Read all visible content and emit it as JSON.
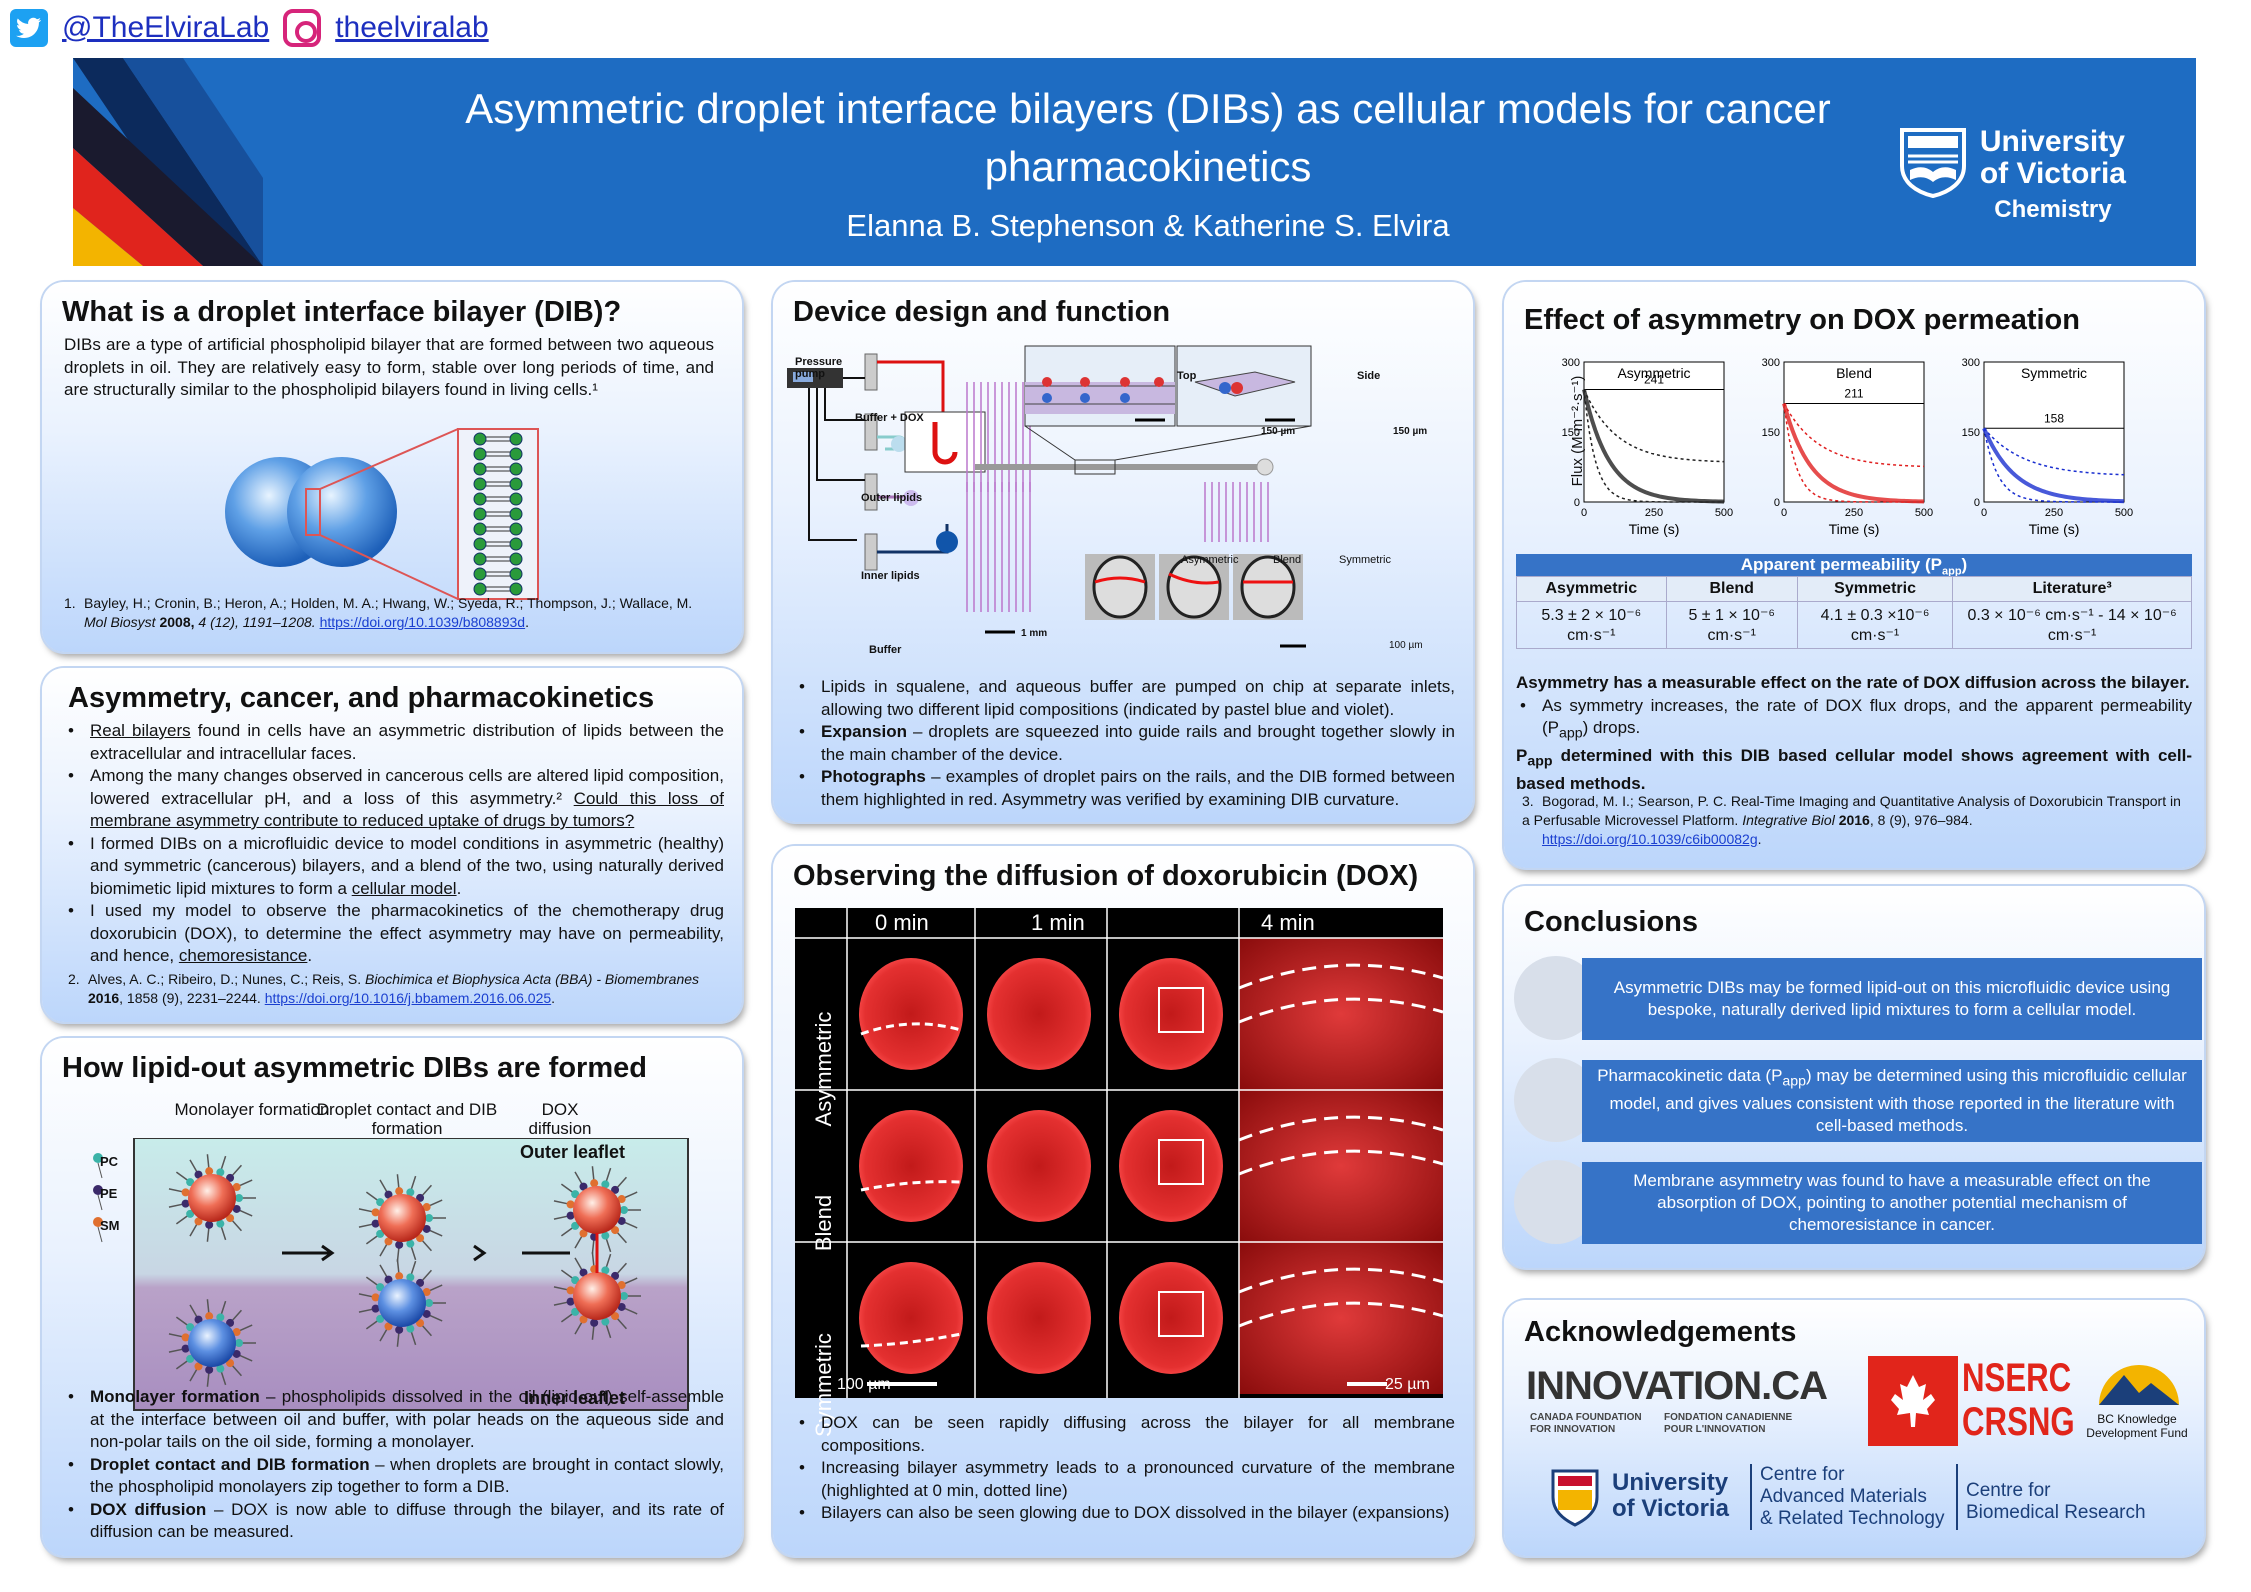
{
  "social": {
    "twitter": "@TheElviraLab",
    "instagram": "theelviralab"
  },
  "header": {
    "title": "Asymmetric droplet interface bilayers (DIBs) as cellular models for cancer pharmacokinetics",
    "authors": "Elanna B. Stephenson & Katherine S. Elvira",
    "uni_line1": "University",
    "uni_line2": "of Victoria",
    "dept": "Chemistry"
  },
  "p1": {
    "title": "What is a droplet interface bilayer (DIB)?",
    "body": "DIBs are a type of artificial phospholipid bilayer that are formed between two aqueous droplets in oil. They are relatively easy to form, stable over long periods of time, and are structurally similar to the phospholipid bilayers found in living cells.¹",
    "ref_n": "1.",
    "ref_authors": "Bayley, H.; Cronin, B.; Heron, A.; Holden, M. A.; Hwang, W.; Syeda, R.; Thompson, J.; Wallace, M.",
    "ref_journal": "Mol Biosyst",
    "ref_year": "2008,",
    "ref_vol": "4 (12), 1191–1208.",
    "ref_doi": "https://doi.org/10.1039/b808893d",
    "ref_end": "."
  },
  "p2": {
    "title": "Asymmetry, cancer, and pharmacokinetics",
    "b1a": "Real bilayers",
    "b1b": " found in cells have an asymmetric distribution of lipids between the extracellular and intracellular faces.",
    "b2a": "Among the many changes observed in cancerous cells are altered lipid composition, lowered extracellular pH, and a loss of this asymmetry.² ",
    "b2b": "Could this loss of membrane asymmetry contribute to reduced uptake of drugs by tumors?",
    "b3a": "I formed DIBs on a microfluidic device to model conditions in asymmetric (healthy) and symmetric (cancerous) bilayers, and a blend of the two, using naturally derived biomimetic lipid mixtures to form a ",
    "b3b": "cellular model",
    "b3c": ".",
    "b4a": "I used my model to observe the pharmacokinetics of the chemotherapy drug doxorubicin (DOX), to determine the effect asymmetry may have on permeability, and hence, ",
    "b4b": "chemoresistance",
    "b4c": ".",
    "ref_n": "2.",
    "ref_a": "Alves, A. C.; Ribeiro, D.; Nunes, C.; Reis, S. ",
    "ref_j": "Biochimica et Biophysica Acta (BBA) - Biomembranes",
    "ref_y": "2016",
    "ref_v": ", 1858 (9), 2231–2244. ",
    "ref_doi": "https://doi.org/10.1016/j.bbamem.2016.06.025",
    "ref_end": "."
  },
  "p3": {
    "title": "How lipid-out asymmetric DIBs are formed",
    "lab1": "Monolayer formation",
    "lab2": "Droplet contact and DIB formation",
    "lab3": "DOX diffusion",
    "outer": "Outer leaflet",
    "inner": "Inner leaflet",
    "pc": "PC",
    "pe": "PE",
    "sm": "SM",
    "b1h": "Monolayer formation",
    "b1": " – phospholipids dissolved in the oil (lipid-out) self-assemble at the interface between oil and buffer, with polar heads on the aqueous side and non-polar tails on the oil side, forming a monolayer.",
    "b2h": "Droplet contact and DIB formation",
    "b2": " – when droplets are brought in contact slowly, the phospholipid monolayers zip together to form a DIB.",
    "b3h": "DOX diffusion",
    "b3": " – DOX is now able to diffuse through the bilayer, and its rate of diffusion can be measured."
  },
  "p4": {
    "title": "Device design and function",
    "pump": "Pressure pump",
    "bufdox": "Buffer + DOX",
    "outer": "Outer lipids",
    "inner": "Inner lipids",
    "buffer": "Buffer",
    "top": "Top",
    "side": "Side",
    "s150a": "150 µm",
    "s150b": "150 µm",
    "s1mm": "1 mm",
    "asym": "Asymmetric",
    "blend": "Blend",
    "sym": "Symmetric",
    "s100": "100 µm",
    "b1": "Lipids in squalene, and aqueous buffer are pumped on chip at separate inlets, allowing two different lipid compositions (indicated by pastel blue and violet).",
    "b2h": "Expansion",
    "b2": " – droplets are squeezed into guide rails and brought together slowly in the main chamber of the device.",
    "b3h": "Photographs",
    "b3": " – examples of droplet pairs on the rails, and the DIB formed between them highlighted in red. Asymmetry was verified by examining DIB curvature."
  },
  "p5": {
    "title": "Observing the diffusion of doxorubicin (DOX)",
    "t0": "0 min",
    "t1": "1 min",
    "t4": "4 min",
    "r1": "Asymmetric",
    "r2": "Blend",
    "r3": "Symmetric",
    "s100": "100 µm",
    "s25": "25 µm",
    "b1": "DOX can be seen rapidly diffusing across the bilayer for all membrane compositions.",
    "b2": "Increasing bilayer asymmetry leads to a pronounced curvature of the membrane (highlighted at 0 min, dotted line)",
    "b3": "Bilayers can also be seen glowing due to DOX dissolved in the bilayer (expansions)"
  },
  "p6": {
    "title": "Effect of asymmetry on DOX permeation",
    "ylabel": "Flux (M·m⁻²·s⁻¹)",
    "xlabel": "Time (s)",
    "table_title": "Apparent permeability (P",
    "table_sub": "app",
    "table_close": ")",
    "headers": [
      "Asymmetric",
      "Blend",
      "Symmetric",
      "Literature³"
    ],
    "values": [
      "5.3 ± 2 × 10⁻⁶ cm·s⁻¹",
      "5 ± 1 × 10⁻⁶ cm·s⁻¹",
      "4.1 ± 0.3 ×10⁻⁶ cm·s⁻¹",
      "0.3 × 10⁻⁶ cm·s⁻¹ - 14 × 10⁻⁶ cm·s⁻¹"
    ],
    "bold1": "Asymmetry has a measurable effect on the rate of DOX diffusion across the bilayer.",
    "b1": "As symmetry increases, the rate of DOX flux drops, and the apparent permeability (P",
    "b1sub": "app",
    "b1end": ") drops.",
    "bold2a": "P",
    "bold2sub": "app",
    "bold2": " determined with this DIB based cellular model shows agreement with cell-based methods.",
    "ref_n": "3.",
    "ref_a": "Bogorad, M. I.; Searson, P. C. Real-Time Imaging and Quantitative Analysis of Doxorubicin Transport in a Perfusable Microvessel Platform. ",
    "ref_j": "Integrative Biol",
    "ref_y": "2016",
    "ref_v": ", 8 (9), 976–984.",
    "ref_doi": "https://doi.org/10.1039/c6ib00082g",
    "ref_end": "."
  },
  "chart_data": [
    {
      "type": "line",
      "title": "Asymmetric",
      "annotation": "241",
      "xlabel": "Time (s)",
      "ylabel": "Flux (M·m⁻²·s⁻¹)",
      "xlim": [
        0,
        500
      ],
      "ylim": [
        0,
        300
      ],
      "xticks": [
        "0",
        "250",
        "500"
      ],
      "yticks": [
        "0",
        "150",
        "300"
      ],
      "plateau": 241,
      "tau": 90,
      "color": "#222222"
    },
    {
      "type": "line",
      "title": "Blend",
      "annotation": "211",
      "xlabel": "Time (s)",
      "xlim": [
        0,
        500
      ],
      "ylim": [
        0,
        300
      ],
      "xticks": [
        "0",
        "250",
        "500"
      ],
      "yticks": [
        "0",
        "150",
        "300"
      ],
      "plateau": 211,
      "tau": 95,
      "color": "#e02020"
    },
    {
      "type": "line",
      "title": "Symmetric",
      "annotation": "158",
      "xlabel": "Time (s)",
      "xlim": [
        0,
        500
      ],
      "ylim": [
        0,
        300
      ],
      "xticks": [
        "0",
        "250",
        "500"
      ],
      "yticks": [
        "0",
        "150",
        "300"
      ],
      "plateau": 158,
      "tau": 110,
      "color": "#1a2fd0"
    }
  ],
  "p7": {
    "title": "Conclusions",
    "c1": "Asymmetric DIBs may be formed lipid-out on this microfluidic device using bespoke, naturally derived lipid mixtures to form a cellular model.",
    "c2a": "Pharmacokinetic data (P",
    "c2sub": "app",
    "c2b": ") may be determined using this microfluidic cellular model, and gives values consistent with those reported in the literature with cell-based methods.",
    "c3": "Membrane asymmetry was found to have a measurable effect on the absorption of DOX, pointing to another potential mechanism of chemoresistance in cancer."
  },
  "p8": {
    "title": "Acknowledgements",
    "innov": "INNOVATION.CA",
    "innov_en1": "CANADA FOUNDATION",
    "innov_en2": "FOR INNOVATION",
    "innov_fr1": "FONDATION CANADIENNE",
    "innov_fr2": "POUR L'INNOVATION",
    "nserc1": "NSERC",
    "nserc2": "CRSNG",
    "bc1": "BC Knowledge",
    "bc2": "Development Fund",
    "uv1": "University",
    "uv2": "of Victoria",
    "camtec1": "Centre for",
    "camtec2": "Advanced Materials",
    "camtec3": "& Related Technology",
    "cfbr1": "Centre for",
    "cfbr2": "Biomedical Research"
  }
}
